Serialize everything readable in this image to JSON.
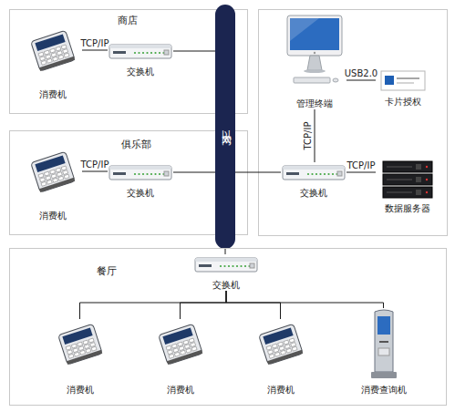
{
  "diagram": {
    "nodes": [
      {
        "text": [
          "商店"
        ]
      },
      {
        "text": [
          "消费机"
        ],
        "in": 0
      },
      {
        "text": [
          "交换机"
        ],
        "in": 0
      },
      {
        "text": [
          "俱乐部"
        ]
      },
      {
        "text": [
          "消费机"
        ],
        "in": 3
      },
      {
        "text": [
          "交换机"
        ],
        "in": 3
      },
      {
        "text": [
          "以太网"
        ]
      },
      {
        "text": [
          "管理终端"
        ]
      },
      {
        "text": [
          "卡片授权"
        ]
      },
      {
        "text": [
          "交换机"
        ]
      },
      {
        "text": [
          "数据服务器"
        ]
      },
      {
        "text": [
          "餐厅"
        ]
      },
      {
        "text": [
          "交换机"
        ],
        "in": 11
      },
      {
        "text": [
          "消费机"
        ],
        "in": 11
      },
      {
        "text": [
          "消费机"
        ],
        "in": 11
      },
      {
        "text": [
          "消费机"
        ],
        "in": 11
      },
      {
        "text": [
          "消费查询机"
        ],
        "in": 11
      }
    ],
    "edges": [
      {
        "from": 1,
        "to": 2,
        "label": "TCP/IP",
        "arrow": "none"
      },
      {
        "from": 2,
        "to": 6,
        "arrow": "none"
      },
      {
        "from": 4,
        "to": 5,
        "label": "TCP/IP",
        "arrow": "none"
      },
      {
        "from": 5,
        "to": 6,
        "arrow": "none"
      },
      {
        "from": 9,
        "to": 6,
        "arrow": "none"
      },
      {
        "from": 7,
        "to": 9,
        "label": "TCP/IP",
        "arrow": "none"
      },
      {
        "from": 9,
        "to": 10,
        "label": "TCP/IP",
        "arrow": "none"
      },
      {
        "from": 7,
        "to": 8,
        "label": "USB2.0",
        "arrow": "none"
      },
      {
        "from": 6,
        "to": 12,
        "arrow": "none"
      },
      {
        "from": 12,
        "to": 13,
        "arrow": "none"
      },
      {
        "from": 12,
        "to": 14,
        "arrow": "none"
      },
      {
        "from": 12,
        "to": 15,
        "arrow": "none"
      },
      {
        "from": 12,
        "to": 16,
        "arrow": "none"
      }
    ]
  }
}
